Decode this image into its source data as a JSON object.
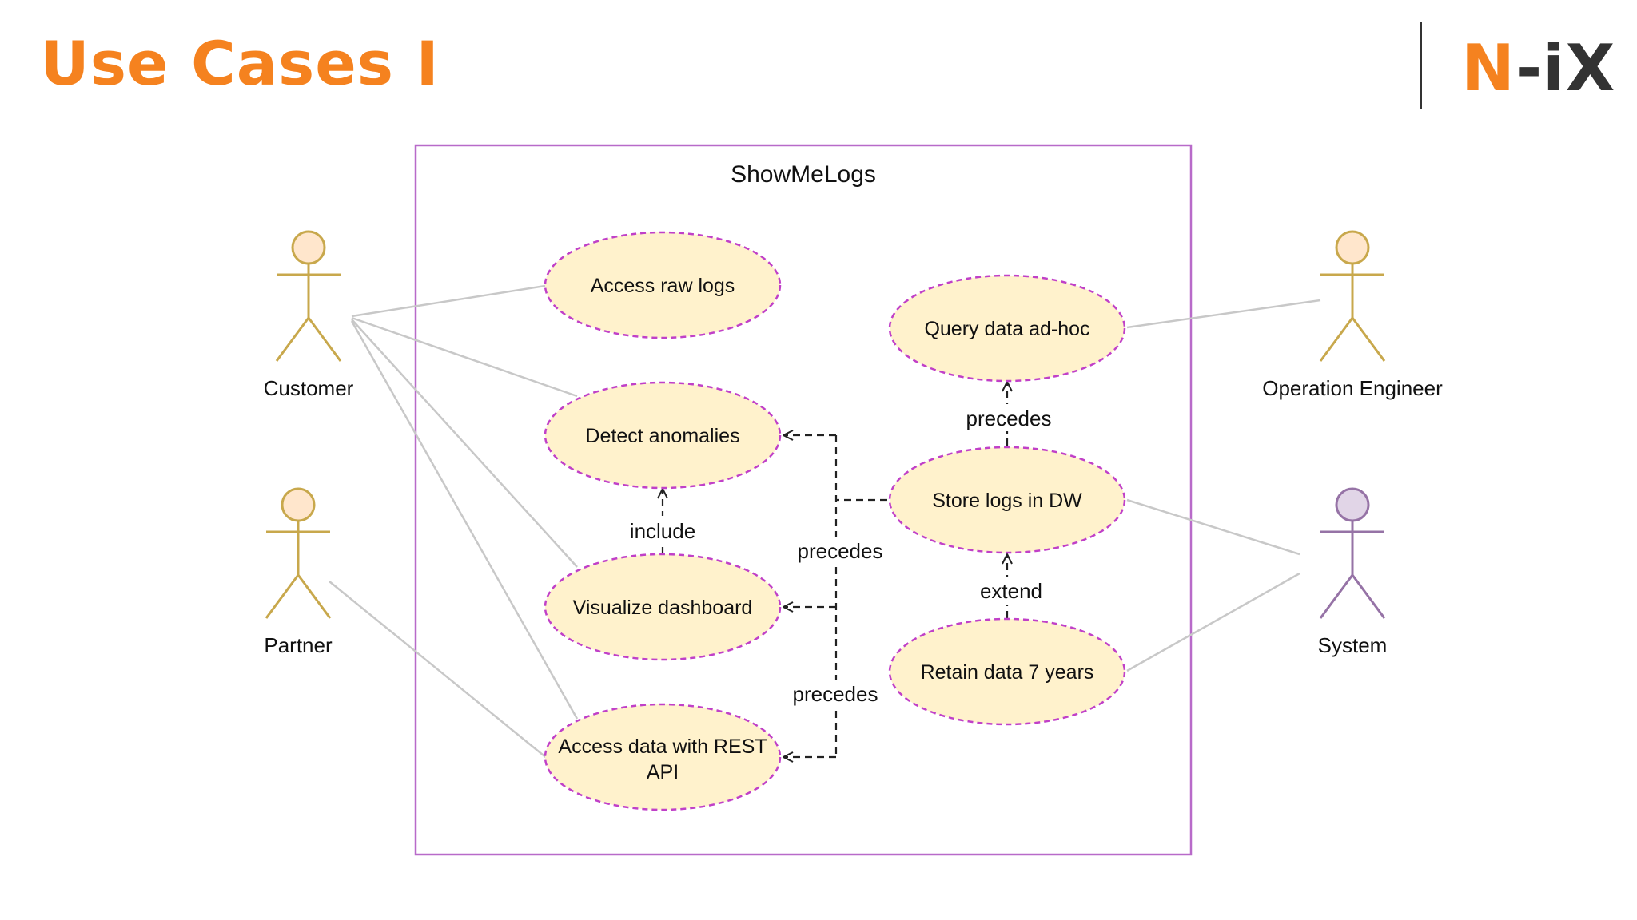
{
  "slide": {
    "title": "Use Cases I",
    "logo": {
      "brand_primary": "N",
      "brand_secondary": "-iX"
    }
  },
  "colors": {
    "accent": "#f5821f",
    "boundary": "#b86ac9",
    "usecase_fill": "#fff2cc",
    "usecase_stroke": "#c040c8",
    "actor_fill": "#ffe6cc",
    "actor_stroke": "#c8a84c",
    "system_actor_fill": "#e1d5e7",
    "system_actor_stroke": "#9673a6",
    "association": "#c8c8c8"
  },
  "diagram": {
    "system_name": "ShowMeLogs",
    "actors": {
      "customer": "Customer",
      "partner": "Partner",
      "operation_engineer": "Operation Engineer",
      "system": "System"
    },
    "use_cases": {
      "access_raw_logs": "Access raw logs",
      "detect_anomalies": "Detect anomalies",
      "visualize_dashboard": "Visualize dashboard",
      "access_rest_line1": "Access data with REST",
      "access_rest_line2": "API",
      "query_adhoc": "Query data ad-hoc",
      "store_logs": "Store logs in DW",
      "retain_data": "Retain data 7 years"
    },
    "relationship_labels": {
      "include": "include",
      "precedes_top": "precedes",
      "precedes_mid": "precedes",
      "precedes_bottom": "precedes",
      "extend": "extend"
    }
  }
}
